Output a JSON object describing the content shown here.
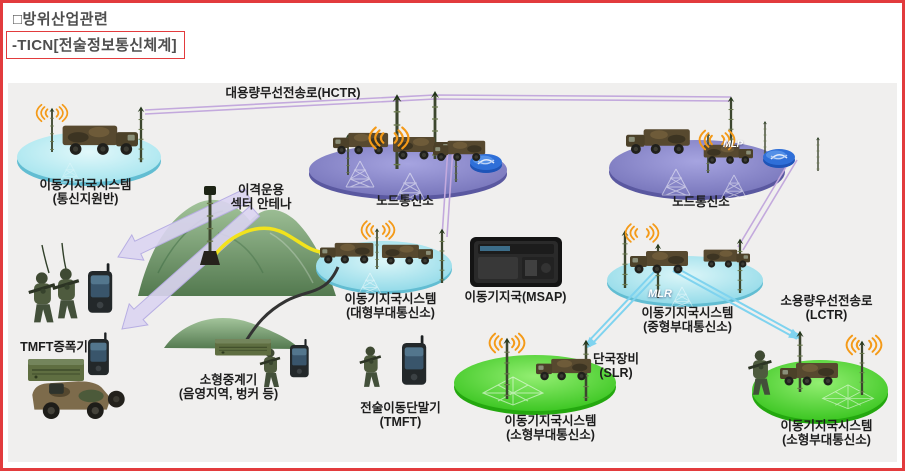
{
  "header": {
    "bullet_line": "□방위산업관련",
    "ticn_line": "-TICN[전술정보통신체계]"
  },
  "diagram": {
    "hctr_label": "대용량무선전송로(HCTR)",
    "lctr_label": {
      "line1": "소용량우선전송로",
      "line2": "(LCTR)"
    },
    "mobile_base_support": {
      "line1": "이동기지국시스템",
      "line2": "(통신지원반)"
    },
    "node_left": "노드통신소",
    "node_right": "노드통신소",
    "sector_antenna": {
      "line1": "이격운용",
      "line2": "섹터 안테나"
    },
    "mobile_base_large": {
      "line1": "이동기지국시스템",
      "line2": "(대형부대통신소)"
    },
    "msap": "이동기지국(MSAP)",
    "mlp_badge": "MLP",
    "mlr_badge": "MLR",
    "mobile_base_medium": {
      "line1": "이동기지국시스템",
      "line2": "(중형부대통신소)"
    },
    "tmft_amplifier": "TMFT증폭기",
    "small_repeater": {
      "line1": "소형중계기",
      "line2": "(음영지역, 벙커 등)"
    },
    "tactical_terminal": {
      "line1": "전술이동단말기",
      "line2": "(TMFT)"
    },
    "terminal_equipment": {
      "line1": "단국장비",
      "line2": "(SLR)"
    },
    "mobile_base_small_center": {
      "line1": "이동기지국시스템",
      "line2": "(소형부대통신소)"
    },
    "mobile_base_small_right": {
      "line1": "이동기지국시스템",
      "line2": "(소형부대통신소)"
    }
  },
  "colors": {
    "frame_red": "#e23b3d",
    "panel_bg": "#f0efee",
    "hctr_line_purple": "#c3a9dd",
    "lctr_line_blue": "#7fd3ef",
    "signal_orange": "#f49a18",
    "node_ellipse_purple": "#8280c6",
    "station_ellipse_cyan": "#9fdfe9",
    "unit_ellipse_green": "#44ca25",
    "arrow_lavender": "#dad4f1",
    "cable_yellow": "#f2e31c"
  }
}
